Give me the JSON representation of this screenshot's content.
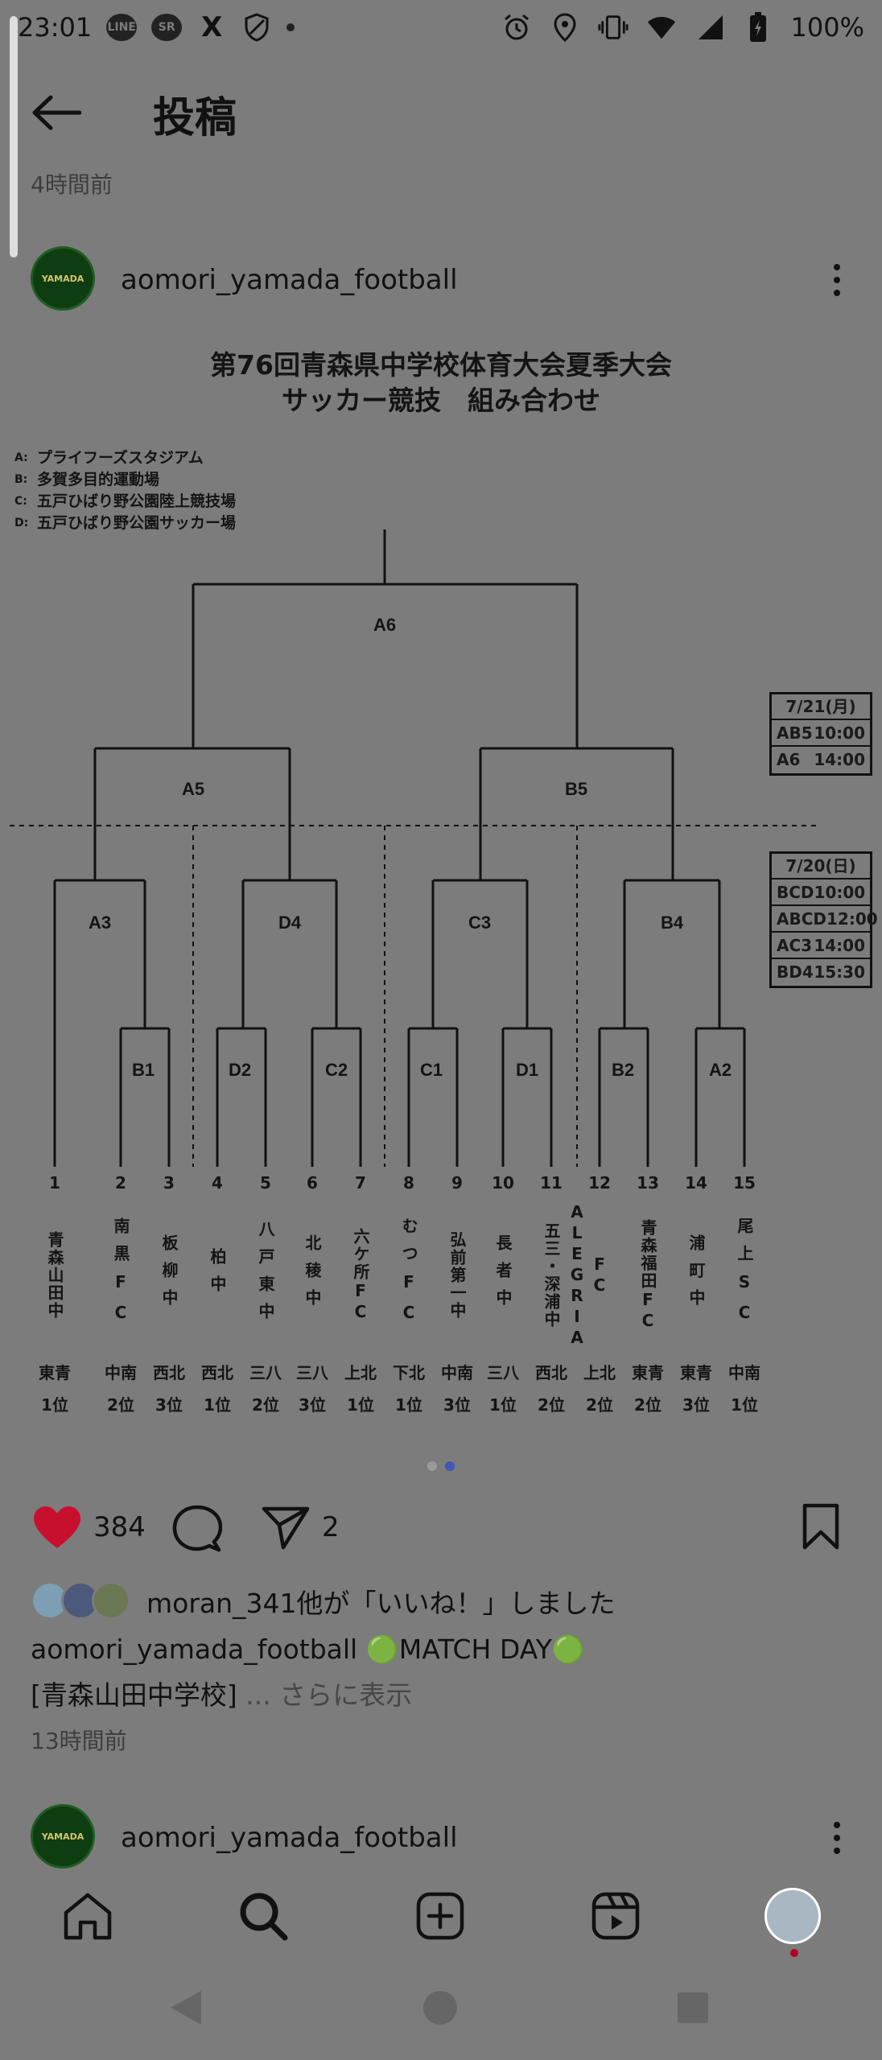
{
  "status_bar": {
    "time": "23:01",
    "apps": [
      "LINE",
      "SR",
      "X"
    ],
    "battery": "100%",
    "icons": [
      "line-icon",
      "smartnews-icon",
      "x-icon",
      "shield-icon",
      "dot-icon",
      "alarm-icon",
      "location-icon",
      "vibrate-icon",
      "wifi-icon",
      "signal-icon",
      "battery-icon"
    ]
  },
  "header": {
    "title": "投稿",
    "back_icon": "arrow-left-icon",
    "time_ago_top": "4時間前"
  },
  "post": {
    "author": "aomori_yamada_football",
    "avatar_label": "YAMADA",
    "image": {
      "title_line1": "第76回青森県中学校体育大会夏季大会",
      "title_line2": "サッカー競技　組み合わせ",
      "venues": [
        {
          "key": "A:",
          "name": "プライフーズスタジアム"
        },
        {
          "key": "B:",
          "name": "多賀多目的運動場"
        },
        {
          "key": "C:",
          "name": "五戸ひばり野公園陸上競技場"
        },
        {
          "key": "D:",
          "name": "五戸ひばり野公園サッカー場"
        }
      ],
      "match_labels": {
        "A6": "A6",
        "A5": "A5",
        "B5": "B5",
        "A3": "A3",
        "D4": "D4",
        "C3": "C3",
        "B4": "B4",
        "B1": "B1",
        "D2": "D2",
        "C2": "C2",
        "C1": "C1",
        "D1": "D1",
        "B2": "B2",
        "A2": "A2"
      },
      "schedule_0721": {
        "date": "7/21(月)",
        "rows": [
          [
            "AB5",
            "10:00"
          ],
          [
            "A6",
            "14:00"
          ]
        ]
      },
      "schedule_0720": {
        "date": "7/20(日)",
        "rows": [
          [
            "BCD",
            "10:00"
          ],
          [
            "ABCD",
            "12:00"
          ],
          [
            "AC3",
            "14:00"
          ],
          [
            "BD4",
            "15:30"
          ]
        ]
      },
      "teams": [
        {
          "seed": "1",
          "name": "青森山田中",
          "region": "東青",
          "rank": "1位"
        },
        {
          "seed": "2",
          "name": "南黒FC",
          "region": "中南",
          "rank": "2位"
        },
        {
          "seed": "3",
          "name": "板柳中",
          "region": "西北",
          "rank": "3位"
        },
        {
          "seed": "4",
          "name": "柏中",
          "region": "西北",
          "rank": "1位"
        },
        {
          "seed": "5",
          "name": "八戸東中",
          "region": "三八",
          "rank": "2位"
        },
        {
          "seed": "6",
          "name": "北稜中",
          "region": "三八",
          "rank": "3位"
        },
        {
          "seed": "7",
          "name": "六ケ所FC",
          "region": "上北",
          "rank": "1位"
        },
        {
          "seed": "8",
          "name": "むつFC",
          "region": "下北",
          "rank": "1位"
        },
        {
          "seed": "9",
          "name": "弘前第一中",
          "region": "中南",
          "rank": "3位"
        },
        {
          "seed": "10",
          "name": "長者中",
          "region": "三八",
          "rank": "1位"
        },
        {
          "seed": "11",
          "name": "五三・深浦中",
          "region": "西北",
          "rank": "2位"
        },
        {
          "seed": "12",
          "name": "FC ALEGRIA",
          "region": "上北",
          "rank": "2位"
        },
        {
          "seed": "13",
          "name": "青森福田FC",
          "region": "東青",
          "rank": "2位"
        },
        {
          "seed": "14",
          "name": "浦町中",
          "region": "東青",
          "rank": "3位"
        },
        {
          "seed": "15",
          "name": "尾上SC",
          "region": "中南",
          "rank": "1位"
        }
      ]
    },
    "carousel": {
      "count": 2,
      "active": 2
    },
    "actions": {
      "likes": "384",
      "shares": "2",
      "icons": [
        "heart-icon",
        "comment-icon",
        "share-icon",
        "bookmark-icon"
      ]
    },
    "liked_by": "moran_341他が「いいね！」しました",
    "caption": {
      "user": "aomori_yamada_football",
      "text": " 🟢MATCH DAY🟢",
      "line2": "[青森山田中学校]",
      "more": " ... さらに表示"
    },
    "time_ago": "13時間前"
  },
  "next_post": {
    "author": "aomori_yamada_football",
    "avatar_label": "YAMADA"
  },
  "bottom_nav": {
    "items": [
      "home-icon",
      "search-icon",
      "create-icon",
      "reels-icon",
      "profile-avatar"
    ]
  },
  "system_nav": [
    "back-triangle-icon",
    "home-circle-icon",
    "recents-square-icon"
  ],
  "colors": {
    "overlay_bg": "#7c7c7c",
    "like_red": "#c8102e",
    "dot_active": "#3e57b9"
  }
}
